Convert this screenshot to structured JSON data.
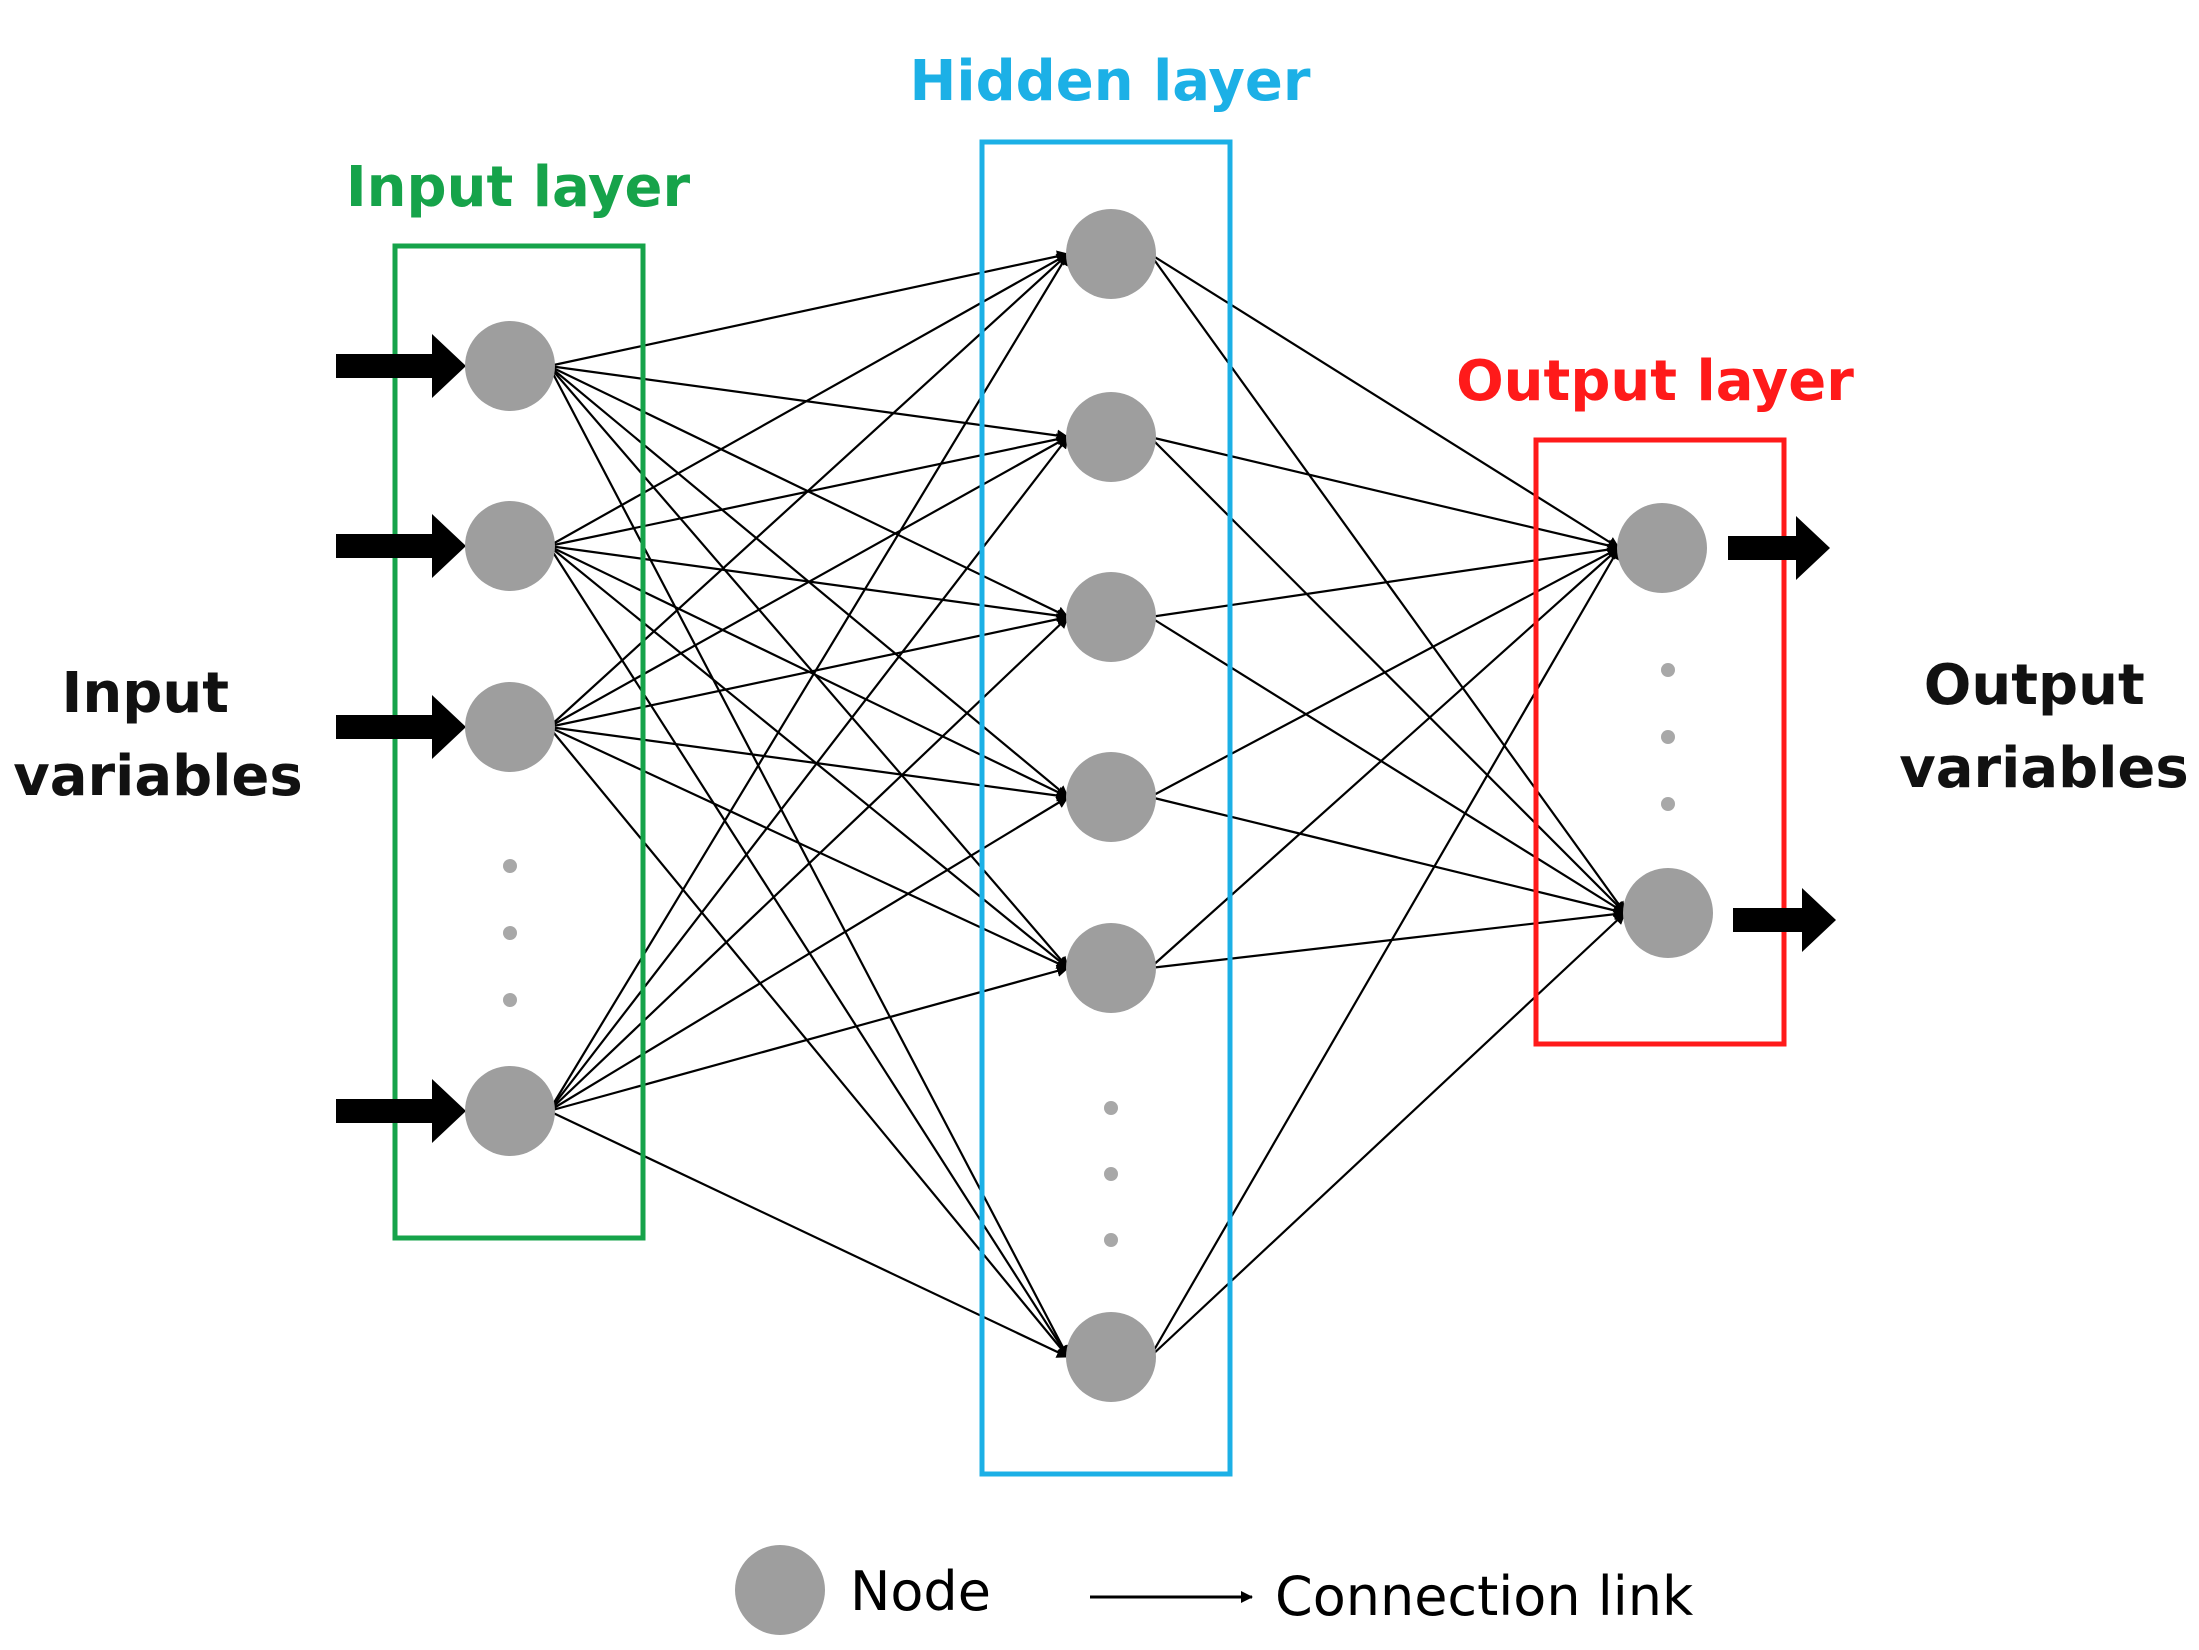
{
  "labels": {
    "input_variables": [
      "Input",
      "variables"
    ],
    "output_variables": [
      "Output",
      "variables"
    ]
  },
  "layers": {
    "input": {
      "title": "Input layer",
      "color": "#16a34a",
      "visible_nodes": 4,
      "ellipsis": true
    },
    "hidden": {
      "title": "Hidden layer",
      "color": "#1cb0e6",
      "visible_nodes": 6,
      "ellipsis": true
    },
    "output": {
      "title": "Output layer",
      "color": "#ff1a1a",
      "visible_nodes": 2,
      "ellipsis": true
    }
  },
  "legend": {
    "node_label": "Node",
    "link_label": "Connection link"
  },
  "colors": {
    "node": "#9e9e9e",
    "link": "#000000",
    "ellipsis_dot": "#a8a8a8"
  },
  "connectivity": "fully-connected"
}
